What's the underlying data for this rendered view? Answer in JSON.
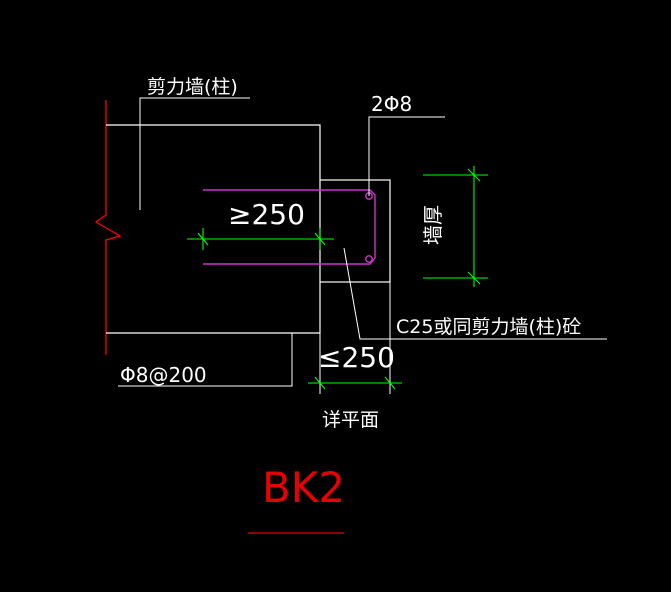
{
  "drawing": {
    "background": "#000000",
    "colors": {
      "outline": "#ffffff",
      "break_line": "#ff0000",
      "rebar": "#cc33cc",
      "dimension": "#00ff00",
      "title": "#e60000"
    },
    "labels": {
      "shear_wall": "剪力墙(柱)",
      "top_bar": "2Φ8",
      "overlap_dim": "≥250",
      "wall_thickness": "墙厚",
      "concrete_note": "C25或同剪力墙(柱)砼",
      "stirrup": "Φ8@200",
      "max_dim": "≤250",
      "see_plan": "详平面"
    },
    "title": "BK2"
  }
}
